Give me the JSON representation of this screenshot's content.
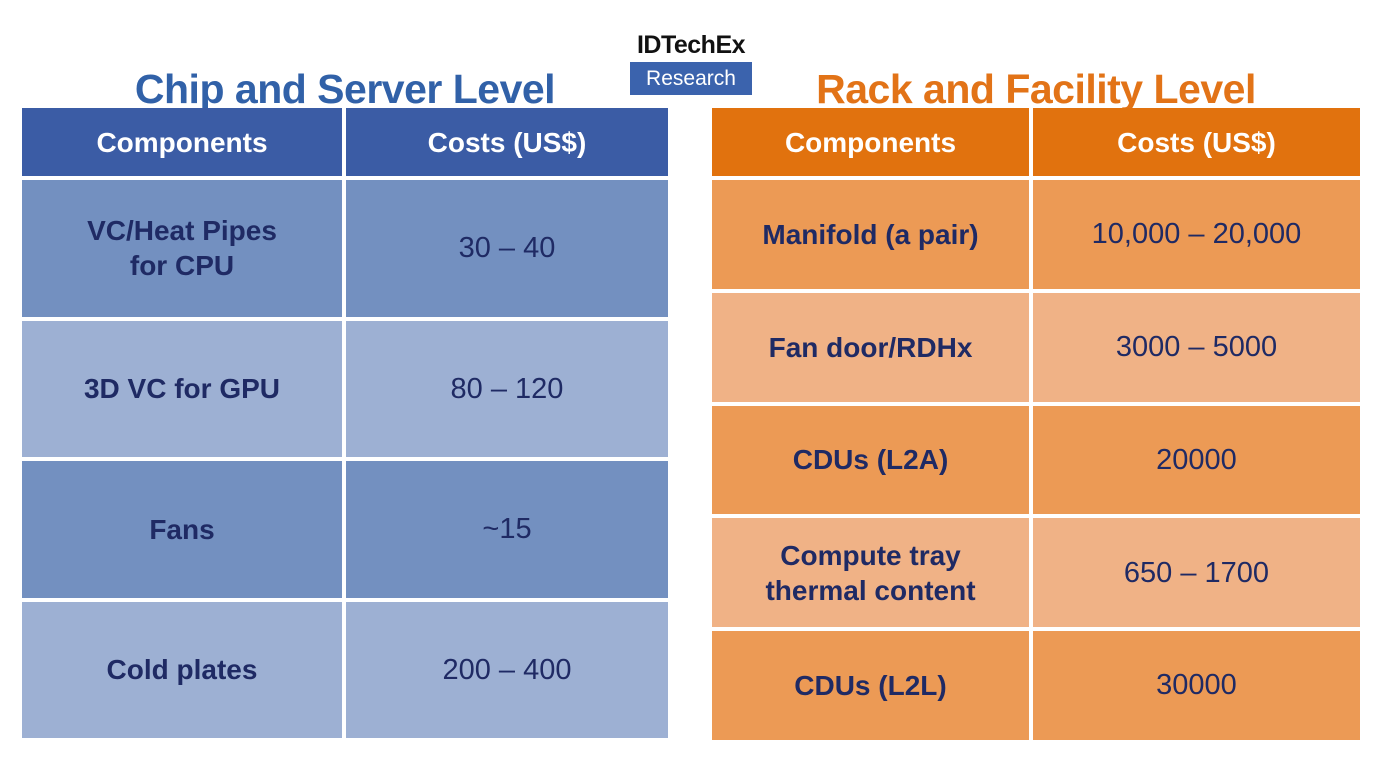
{
  "logo": {
    "line1": "IDTechEx",
    "line2": "Research",
    "badge_color": "#3B63AD"
  },
  "left_table": {
    "title": "Chip and Server Level",
    "title_color": "#3161A8",
    "header_bg": "#3B5CA5",
    "row_bg_a": "#7390C0",
    "row_bg_b": "#9DB0D3",
    "text_color": "#1F2A64",
    "header": {
      "col1": "Components",
      "col2": "Costs (US$)"
    },
    "rows": [
      {
        "component": "VC/Heat Pipes\nfor CPU",
        "cost": "30 – 40"
      },
      {
        "component": "3D VC for GPU",
        "cost": "80 – 120"
      },
      {
        "component": "Fans",
        "cost": "~15"
      },
      {
        "component": "Cold plates",
        "cost": "200 – 400"
      }
    ]
  },
  "right_table": {
    "title": "Rack and Facility Level",
    "title_color": "#E27317",
    "header_bg": "#E1720E",
    "row_bg_a": "#EC9A55",
    "row_bg_b": "#F0B286",
    "text_color": "#1F2A64",
    "header": {
      "col1": "Components",
      "col2": "Costs (US$)"
    },
    "rows": [
      {
        "component": "Manifold (a pair)",
        "cost": "10,000 – 20,000"
      },
      {
        "component": "Fan door/RDHx",
        "cost": "3000 – 5000"
      },
      {
        "component": "CDUs (L2A)",
        "cost": "20000"
      },
      {
        "component": "Compute tray\nthermal content",
        "cost": "650 – 1700"
      },
      {
        "component": "CDUs (L2L)",
        "cost": "30000"
      }
    ]
  },
  "chart_data": [
    {
      "type": "table",
      "title": "Chip and Server Level",
      "columns": [
        "Components",
        "Costs (US$)"
      ],
      "rows": [
        [
          "VC/Heat Pipes for CPU",
          "30 – 40"
        ],
        [
          "3D VC for GPU",
          "80 – 120"
        ],
        [
          "Fans",
          "~15"
        ],
        [
          "Cold plates",
          "200 – 400"
        ]
      ]
    },
    {
      "type": "table",
      "title": "Rack and Facility Level",
      "columns": [
        "Components",
        "Costs (US$)"
      ],
      "rows": [
        [
          "Manifold (a pair)",
          "10,000 – 20,000"
        ],
        [
          "Fan door/RDHx",
          "3000 – 5000"
        ],
        [
          "CDUs (L2A)",
          "20000"
        ],
        [
          "Compute tray thermal content",
          "650 – 1700"
        ],
        [
          "CDUs (L2L)",
          "30000"
        ]
      ]
    }
  ]
}
